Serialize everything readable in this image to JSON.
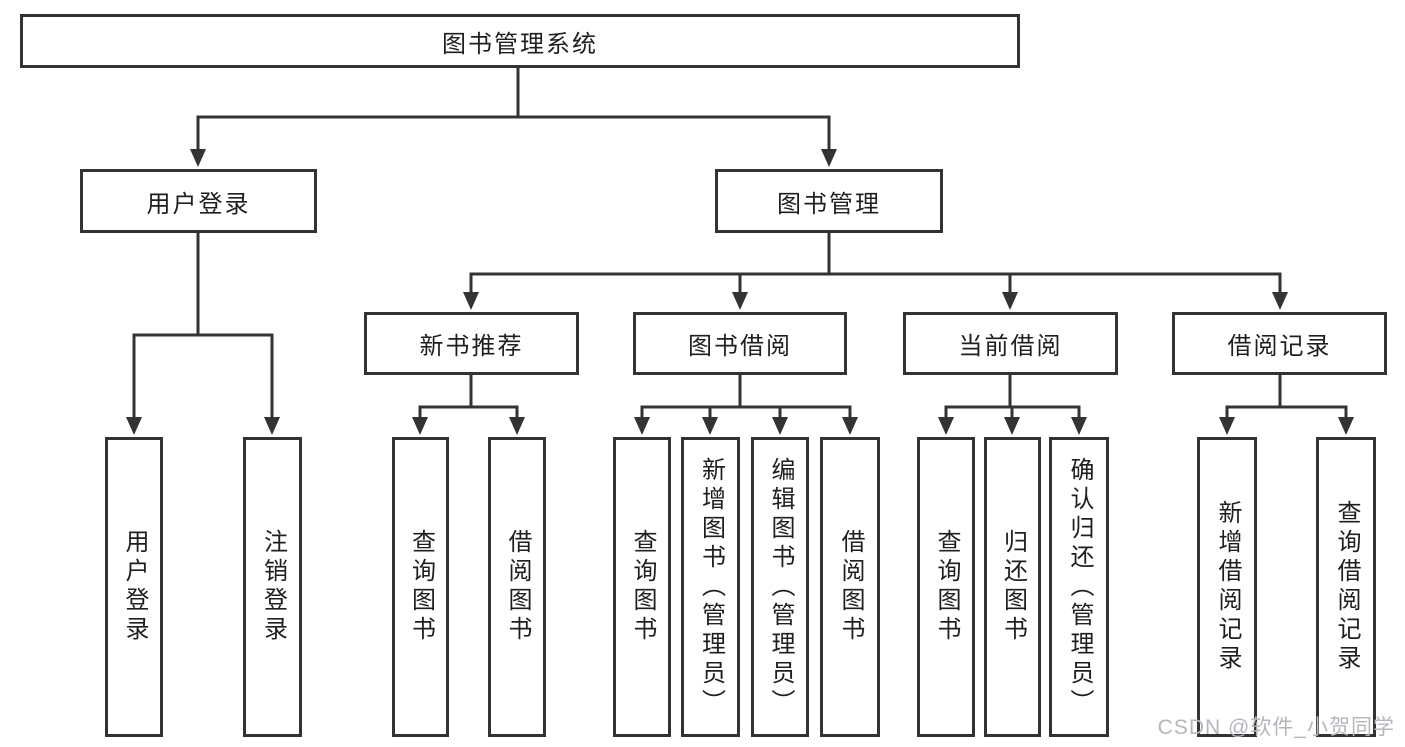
{
  "diagram": {
    "colors": {
      "line": "#333333",
      "box_border": "#333333",
      "box_fill": "#ffffff",
      "text": "#1f1f1f",
      "watermark_text": "#b4b7bc"
    },
    "tree": {
      "label": "图书管理系统",
      "children": [
        {
          "label": "用户登录",
          "children": [
            {
              "label": "用户登录"
            },
            {
              "label": "注销登录"
            }
          ]
        },
        {
          "label": "图书管理",
          "children": [
            {
              "label": "新书推荐",
              "children": [
                {
                  "label": "查询图书"
                },
                {
                  "label": "借阅图书"
                }
              ]
            },
            {
              "label": "图书借阅",
              "children": [
                {
                  "label": "查询图书"
                },
                {
                  "label": "新增图书（管理员）"
                },
                {
                  "label": "编辑图书（管理员）"
                },
                {
                  "label": "借阅图书"
                }
              ]
            },
            {
              "label": "当前借阅",
              "children": [
                {
                  "label": "查询图书"
                },
                {
                  "label": "归还图书"
                },
                {
                  "label": "确认归还（管理员）"
                }
              ]
            },
            {
              "label": "借阅记录",
              "children": [
                {
                  "label": "新增借阅记录"
                },
                {
                  "label": "查询借阅记录"
                }
              ]
            }
          ]
        }
      ]
    },
    "watermark": "CSDN @软件_小贺同学"
  }
}
